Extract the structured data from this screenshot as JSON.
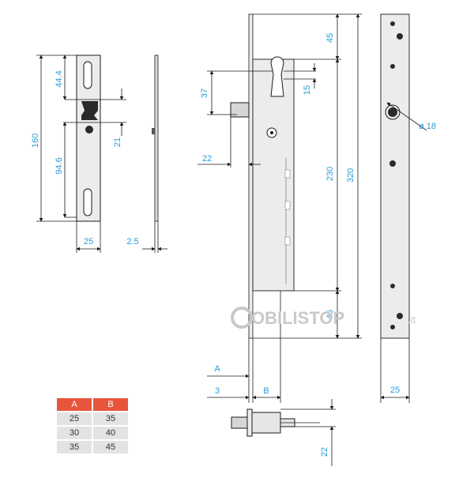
{
  "dimensions": {
    "plate_upper": "44.4",
    "plate_total": "160",
    "plate_lower": "94.6",
    "plate_slot": "21",
    "plate_width": "25",
    "plate_thickness": "2.5",
    "cyl_height": "37",
    "cyl_offset": "15",
    "bolt_throw": "22",
    "top_offset": "45",
    "hole_spacing": "230",
    "overall_height": "320",
    "bottom_offset": "45",
    "hole_diameter": "ø 18",
    "strike_width": "25",
    "backset_a": "A",
    "front_3": "3",
    "backset_b": "B",
    "bolt_height": "22"
  },
  "watermark": {
    "brand": "OBILISTOP",
    "tld": ".it"
  },
  "table": {
    "headers": [
      "A",
      "B"
    ],
    "rows": [
      [
        "25",
        "35"
      ],
      [
        "30",
        "40"
      ],
      [
        "35",
        "45"
      ]
    ],
    "header_color": "#e8553d",
    "cell_color": "#e3e3e3"
  },
  "colors": {
    "dimension_text": "#2a9bd6",
    "line": "#1a1a1a",
    "part_fill": "#ececec"
  }
}
